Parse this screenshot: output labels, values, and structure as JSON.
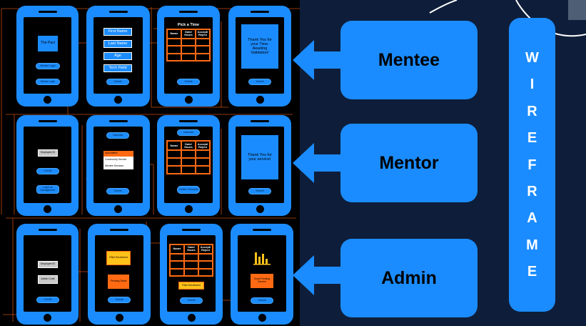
{
  "wireframe_word": [
    "W",
    "I",
    "R",
    "E",
    "F",
    "R",
    "A",
    "M",
    "E"
  ],
  "roles": [
    {
      "label": "Mentee"
    },
    {
      "label": "Mentor"
    },
    {
      "label": "Admin"
    }
  ],
  "mentee": {
    "p1": {
      "title": "The Pact",
      "btn1": "Mentee Login",
      "btn2": "Mentor Login"
    },
    "p2": {
      "fields": [
        "First Name",
        "Last Name",
        "Age",
        "Tech Field"
      ],
      "btn": "Submit"
    },
    "p3": {
      "title": "Pick a Time",
      "headers": [
        "Name",
        "Date/ Hours",
        "Accept/ Reject"
      ],
      "btn": "Submit"
    },
    "p4": {
      "message": "Thank You for your Time. Awaiting Validation!",
      "btn": "Submit"
    }
  },
  "mentor": {
    "p1": {
      "field": "Employee ID",
      "btn": "LOGIN",
      "link": "Login as Management"
    },
    "p2": {
      "top": "Calendar",
      "items": [
        "Specialities",
        "Community Service",
        "Mentee Services"
      ],
      "btn": "Submit"
    },
    "p3": {
      "top": "Calendar",
      "headers": [
        "Name",
        "Date/ Hours",
        "Accept/ Reject"
      ],
      "btn": "Confirm Schedule"
    },
    "p4": {
      "message": "Thank You for your service!",
      "btn": "Submit"
    }
  },
  "admin": {
    "p1": {
      "field1": "Employee ID",
      "field2": "Admin Code",
      "btn": "LOGIN"
    },
    "p2": {
      "box1": "Filter Enrollment",
      "box2": "Pending Tasks",
      "btn": "Submit"
    },
    "p3": {
      "headers": [
        "Name",
        "Date/ Hours",
        "Accept/ Reject"
      ],
      "filter": "Filter Enrollment",
      "btn": "Submit"
    },
    "p4": {
      "box": "Good Pending Service",
      "btn": "Submit"
    }
  },
  "colors": {
    "accent": "#1b8cff",
    "orange": "#ff6a13",
    "yellow": "#ffc21a",
    "background": "#0e1e3a"
  }
}
